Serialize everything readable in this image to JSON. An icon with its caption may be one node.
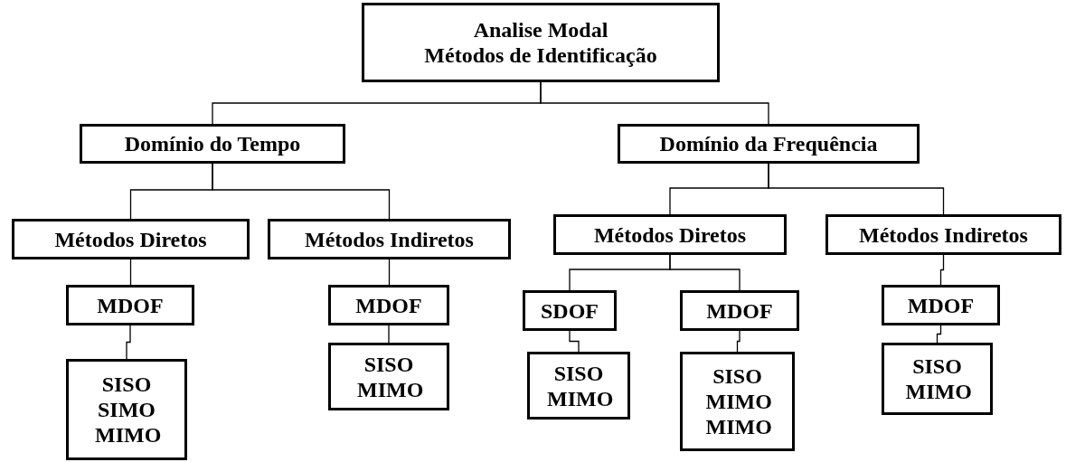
{
  "diagram": {
    "nodes": [
      {
        "text": [
          "Analise Modal",
          "Métodos de Identificação"
        ]
      },
      {
        "text": [
          "Domínio do Tempo"
        ]
      },
      {
        "text": [
          "Domínio da Frequência"
        ]
      },
      {
        "text": [
          "Métodos Diretos"
        ]
      },
      {
        "text": [
          "Métodos Indiretos"
        ]
      },
      {
        "text": [
          "Métodos Diretos"
        ]
      },
      {
        "text": [
          "Métodos Indiretos"
        ]
      },
      {
        "text": [
          "MDOF"
        ]
      },
      {
        "text": [
          "SISO SIMO MIMO"
        ]
      },
      {
        "text": [
          "MDOF"
        ]
      },
      {
        "text": [
          "SISO MIMO"
        ]
      },
      {
        "text": [
          "SDOF"
        ]
      },
      {
        "text": [
          "SISO MIMO"
        ]
      },
      {
        "text": [
          "MDOF"
        ]
      },
      {
        "text": [
          "SISO MIMO MIMO"
        ]
      },
      {
        "text": [
          "MDOF"
        ]
      },
      {
        "text": [
          "SISO MIMO"
        ]
      }
    ],
    "edges": [
      {
        "from": 0,
        "to": 1,
        "arrow": "none"
      },
      {
        "from": 0,
        "to": 2,
        "arrow": "none"
      },
      {
        "from": 1,
        "to": 3,
        "arrow": "none"
      },
      {
        "from": 1,
        "to": 4,
        "arrow": "none"
      },
      {
        "from": 2,
        "to": 5,
        "arrow": "none"
      },
      {
        "from": 2,
        "to": 6,
        "arrow": "none"
      },
      {
        "from": 3,
        "to": 7,
        "arrow": "none"
      },
      {
        "from": 4,
        "to": 9,
        "arrow": "none"
      },
      {
        "from": 5,
        "to": 11,
        "arrow": "none"
      },
      {
        "from": 5,
        "to": 13,
        "arrow": "none"
      },
      {
        "from": 6,
        "to": 15,
        "arrow": "none"
      },
      {
        "from": 7,
        "to": 8,
        "arrow": "none"
      },
      {
        "from": 9,
        "to": 10,
        "arrow": "none"
      },
      {
        "from": 11,
        "to": 12,
        "arrow": "none"
      },
      {
        "from": 13,
        "to": 14,
        "arrow": "none"
      },
      {
        "from": 15,
        "to": 16,
        "arrow": "none"
      }
    ]
  }
}
